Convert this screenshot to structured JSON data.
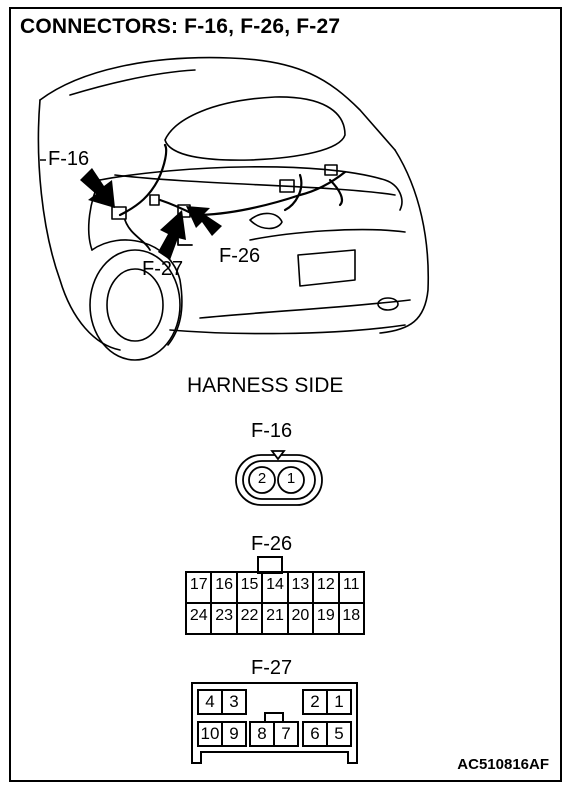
{
  "title": "CONNECTORS: F-16, F-26, F-27",
  "callouts": {
    "f16": "F-16",
    "f27": "F-27",
    "f26": "F-26"
  },
  "harness_side": "HARNESS SIDE",
  "connectors": {
    "f16": {
      "label": "F-16",
      "pins": [
        "2",
        "1"
      ]
    },
    "f26": {
      "label": "F-26",
      "row1": [
        "17",
        "16",
        "15",
        "14",
        "13",
        "12",
        "11"
      ],
      "row2": [
        "24",
        "23",
        "22",
        "21",
        "20",
        "19",
        "18"
      ]
    },
    "f27": {
      "label": "F-27",
      "top": [
        "4",
        "3",
        "2",
        "1"
      ],
      "bottom": [
        "10",
        "9",
        "8",
        "7",
        "6",
        "5"
      ]
    }
  },
  "figure_code": "AC510816AF"
}
